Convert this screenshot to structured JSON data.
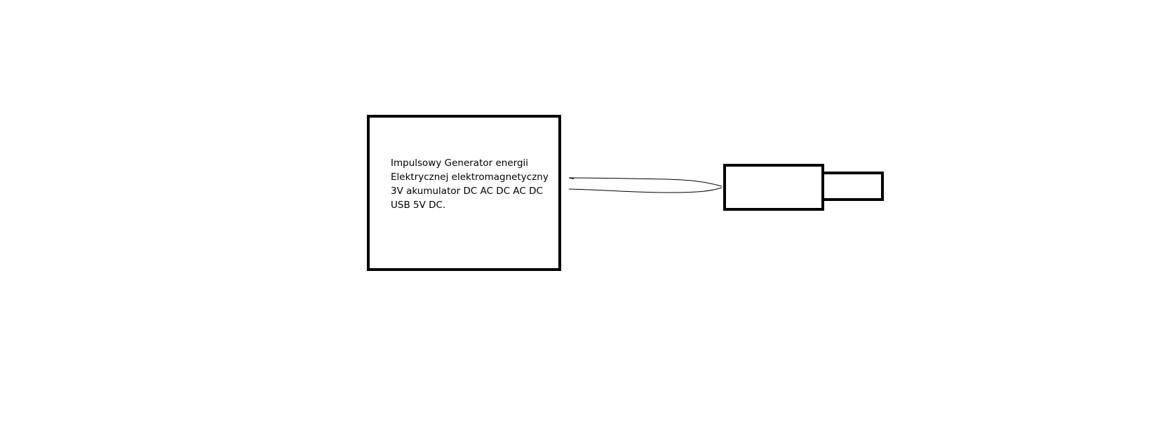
{
  "diagram": {
    "generator": {
      "lines": [
        "Impulsowy Generator energii",
        "Elektrycznej elektromagnetyczny",
        "3V akumulator DC AC DC AC DC",
        "USB 5V DC."
      ]
    },
    "colors": {
      "stroke": "#000000",
      "background": "#ffffff"
    }
  }
}
